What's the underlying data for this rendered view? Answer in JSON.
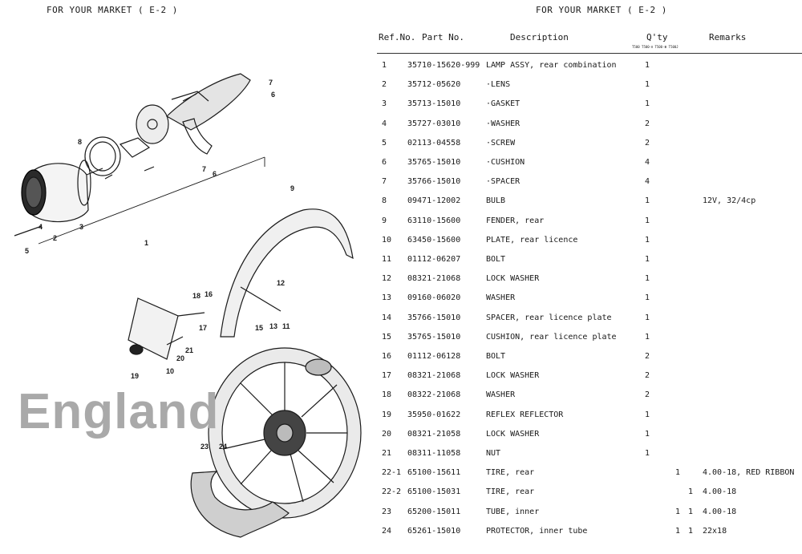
{
  "header": {
    "left": "FOR YOUR MARKET ( E-2 )",
    "right": "FOR YOUR MARKET ( E-2 )"
  },
  "watermark": "England",
  "columns": {
    "ref_no": "Ref.No.",
    "part_no": "Part    No.",
    "description": "Description",
    "qty": "Q'ty",
    "remarks": "Remarks",
    "models": "T500  T500-Ⅱ T500-Ⅲ T500J"
  },
  "diagram_labels": [
    "1",
    "2",
    "3",
    "4",
    "5",
    "6",
    "7",
    "8",
    "9",
    "10",
    "11",
    "12",
    "13",
    "15",
    "16",
    "17",
    "18",
    "19",
    "20",
    "21",
    "23",
    "24",
    "6",
    "7"
  ],
  "parts": [
    {
      "ref": "1",
      "part": "35710-15620-999",
      "desc": "LAMP ASSY, rear combination",
      "qty": "1",
      "rem": ""
    },
    {
      "ref": "2",
      "part": "35712-05620",
      "desc": "·LENS",
      "qty": "1",
      "rem": ""
    },
    {
      "ref": "3",
      "part": "35713-15010",
      "desc": "·GASKET",
      "qty": "1",
      "rem": ""
    },
    {
      "ref": "4",
      "part": "35727-03010",
      "desc": "·WASHER",
      "qty": "2",
      "rem": ""
    },
    {
      "ref": "5",
      "part": "02113-04558",
      "desc": "·SCREW",
      "qty": "2",
      "rem": ""
    },
    {
      "ref": "6",
      "part": "35765-15010",
      "desc": "·CUSHION",
      "qty": "4",
      "rem": ""
    },
    {
      "ref": "7",
      "part": "35766-15010",
      "desc": "·SPACER",
      "qty": "4",
      "rem": ""
    },
    {
      "ref": "8",
      "part": "09471-12002",
      "desc": "BULB",
      "qty": "1",
      "rem": "12V, 32/4cp"
    },
    {
      "ref": "9",
      "part": "63110-15600",
      "desc": "FENDER, rear",
      "qty": "1",
      "rem": ""
    },
    {
      "ref": "10",
      "part": "63450-15600",
      "desc": "PLATE, rear licence",
      "qty": "1",
      "rem": ""
    },
    {
      "ref": "11",
      "part": "01112-06207",
      "desc": "BOLT",
      "qty": "1",
      "rem": ""
    },
    {
      "ref": "12",
      "part": "08321-21068",
      "desc": "LOCK WASHER",
      "qty": "1",
      "rem": ""
    },
    {
      "ref": "13",
      "part": "09160-06020",
      "desc": "WASHER",
      "qty": "1",
      "rem": ""
    },
    {
      "ref": "14",
      "part": "35766-15010",
      "desc": "SPACER, rear licence plate",
      "qty": "1",
      "rem": ""
    },
    {
      "ref": "15",
      "part": "35765-15010",
      "desc": "CUSHION, rear licence plate",
      "qty": "1",
      "rem": ""
    },
    {
      "ref": "16",
      "part": "01112-06128",
      "desc": "BOLT",
      "qty": "2",
      "rem": ""
    },
    {
      "ref": "17",
      "part": "08321-21068",
      "desc": "LOCK WASHER",
      "qty": "2",
      "rem": ""
    },
    {
      "ref": "18",
      "part": "08322-21068",
      "desc": "WASHER",
      "qty": "2",
      "rem": ""
    },
    {
      "ref": "19",
      "part": "35950-01622",
      "desc": "REFLEX REFLECTOR",
      "qty": "1",
      "rem": ""
    },
    {
      "ref": "20",
      "part": "08321-21058",
      "desc": "LOCK WASHER",
      "qty": "1",
      "rem": ""
    },
    {
      "ref": "21",
      "part": "08311-11058",
      "desc": "NUT",
      "qty": "1",
      "rem": ""
    },
    {
      "ref": "22-1",
      "part": "65100-15611",
      "desc": "TIRE, rear",
      "qty": "",
      "qty2": "1",
      "qty3": "",
      "rem": "4.00-18, RED RIBBON"
    },
    {
      "ref": "22-2",
      "part": "65100-15031",
      "desc": "TIRE, rear",
      "qty": "",
      "qty2": "",
      "qty3": "1",
      "rem": "4.00-18"
    },
    {
      "ref": "23",
      "part": "65200-15011",
      "desc": "TUBE, inner",
      "qty": "",
      "qty2": "1",
      "qty3": "1",
      "rem": "4.00-18"
    },
    {
      "ref": "24",
      "part": "65261-15010",
      "desc": "PROTECTOR, inner tube",
      "qty": "",
      "qty2": "1",
      "qty3": "1",
      "rem": "22x18"
    }
  ]
}
